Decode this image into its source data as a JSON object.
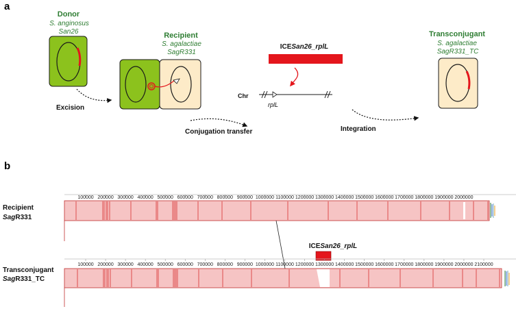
{
  "panel_a": {
    "letter": "a",
    "donor": {
      "title": "Donor",
      "species": "S. anginosus",
      "strain": "San26"
    },
    "recipient": {
      "title": "Recipient",
      "species": "S. agalactiae",
      "strain": "SagR331"
    },
    "transconjugant": {
      "title": "Transconjugant",
      "species": "S. agalactiae",
      "strain": "SagR331_TC"
    },
    "ice": {
      "prefix": "ICE",
      "italic": "San26_rplL"
    },
    "chr_label": "Chr",
    "gene_label": "rplL",
    "steps": {
      "excision": "Excision",
      "conjugation": "Conjugation transfer",
      "integration": "Integration"
    },
    "colors": {
      "donor_cell": "#8cc21d",
      "recipient_cell": "#fdebc8",
      "ice": "#e4161c",
      "label_green": "#2e7d32"
    }
  },
  "panel_b": {
    "letter": "b",
    "tracks": [
      {
        "name": "Recipient",
        "name_italic": "Sag",
        "name_rest": "R331"
      },
      {
        "name": "Transconjugant",
        "name_italic": "Sag",
        "name_rest": "R331_TC"
      }
    ],
    "ice_label": {
      "prefix": "ICE",
      "italic": "San26_rplL"
    },
    "ticks_top": [
      "100000",
      "200000",
      "300000",
      "400000",
      "500000",
      "600000",
      "700000",
      "800000",
      "900000",
      "1000000",
      "1100000",
      "1200000",
      "1300000",
      "1400000",
      "1500000",
      "1600000",
      "1700000",
      "1800000",
      "1900000",
      "2000000"
    ],
    "ticks_bottom": [
      "100000",
      "200000",
      "300000",
      "400000",
      "500000",
      "600000",
      "700000",
      "800000",
      "900000",
      "1000000",
      "1100000",
      "1200000",
      "1300000",
      "1400000",
      "1500000",
      "1600000",
      "1700000",
      "1800000",
      "1900000",
      "2000000",
      "2100000"
    ],
    "colors": {
      "block": "#f6c4c4",
      "line": "#d93030",
      "ice": "#e4161c"
    }
  }
}
